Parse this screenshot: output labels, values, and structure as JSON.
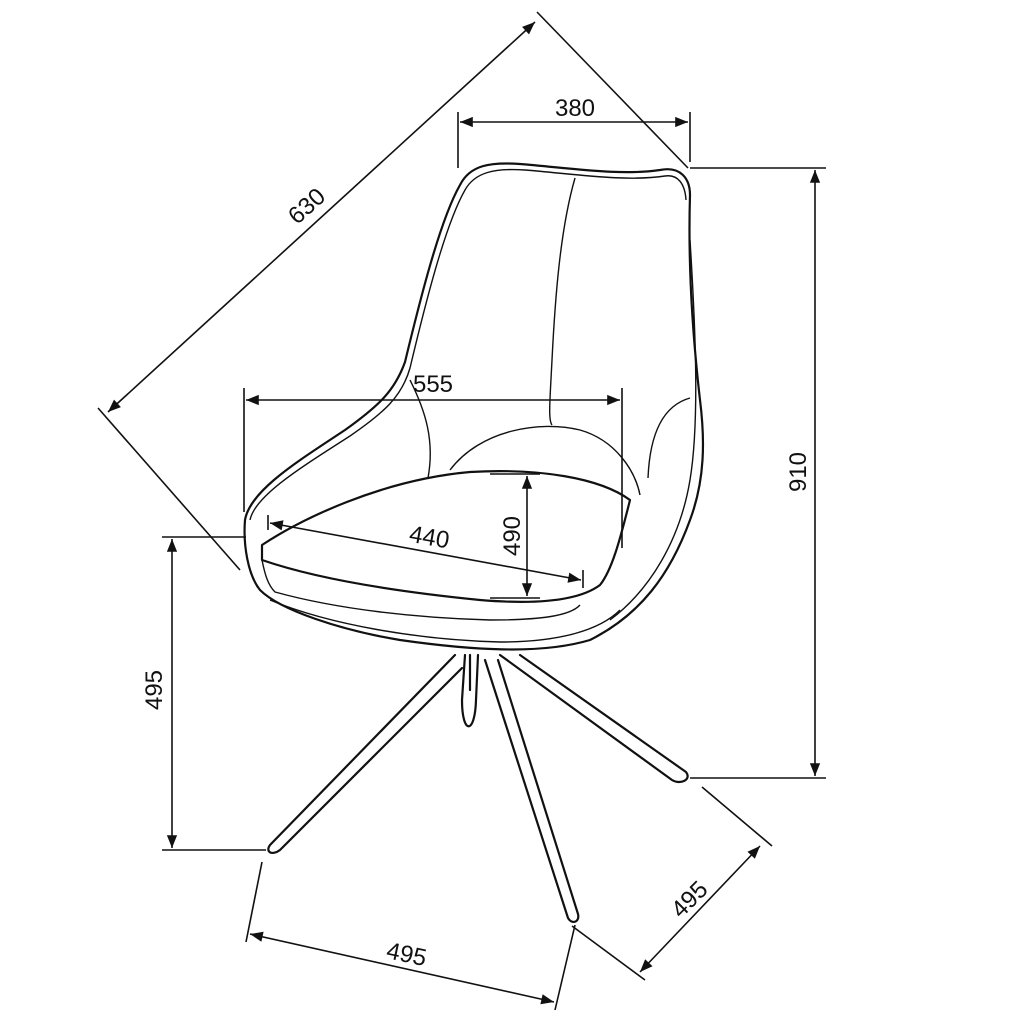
{
  "diagram": {
    "subject": "chair",
    "colors": {
      "line": "#111111",
      "background": "#ffffff"
    },
    "dimensions": {
      "backrest_width": "380",
      "diagonal_depth": "630",
      "overall_width": "555",
      "seat_width": "440",
      "seat_depth": "490",
      "overall_height": "910",
      "seat_height": "495",
      "base_width": "495",
      "base_depth": "495"
    }
  }
}
